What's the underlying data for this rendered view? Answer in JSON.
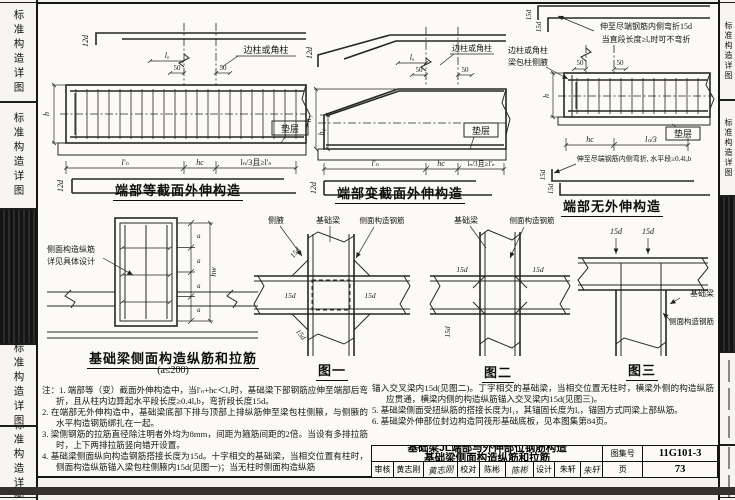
{
  "sidebar": {
    "cell_text": "标准构造详图"
  },
  "d1": {
    "title": "端部等截面外伸构造",
    "hook_top": "12d",
    "hook_bottom": "12d",
    "la": "lₐ",
    "col_label": "边柱或角柱",
    "fifty_left": "50",
    "fifty_right": "50",
    "dim_h": "h",
    "dim_ln_ext": "l'ₙ",
    "dim_hc": "hc",
    "dim_ln3": "lₙ/3且≥l'ₙ",
    "cushion": "垫层"
  },
  "d2": {
    "title": "端部变截面外伸构造",
    "hook_top": "12d",
    "hook_bottom": "12d",
    "la": "lₐ",
    "col_label": "边柱或角柱",
    "fifty_left": "50",
    "fifty_right": "50",
    "dim_h1": "h₁",
    "dim_h2": "h₂",
    "dim_ln_ext": "l'ₙ",
    "dim_hc": "hc",
    "dim_ln3": "lₙ/3且≥l'ₙ",
    "cushion": "垫层"
  },
  "d3": {
    "title": "端部无外伸构造",
    "top_note1": "伸至尽端钢筋内侧弯折15d",
    "top_note2": "当直段长度≥lₐ时可不弯折",
    "bottom_note": "伸至尽端钢筋内侧弯折, 水平段≥0.4lₐb",
    "col_label": "边柱或角柱",
    "haunch_label": "梁包柱侧腋",
    "fifty_left": "50",
    "fifty_right": "50",
    "dim_h": "h",
    "dim_hc": "hc",
    "dim_ln3": "lₙ/3",
    "cushion": "垫层",
    "d15": "15d"
  },
  "side_detail": {
    "title": "基础梁侧面构造纵筋和拉筋",
    "subtitle": "(a≤200)",
    "callout1": "侧面构造纵筋",
    "callout2": "详见具体设计",
    "dim_a": "a",
    "dim_hw": "hw"
  },
  "fig1": {
    "title": "图一",
    "label_haunch": "侧腋",
    "label_beam": "基础梁",
    "label_bar": "侧面构造钢筋",
    "d15": "15d"
  },
  "fig2": {
    "title": "图二",
    "label_beam": "基础梁",
    "label_bar": "侧面构造钢筋",
    "d15": "15d"
  },
  "fig3": {
    "title": "图三",
    "label_beam": "基础梁",
    "label_bar": "侧面构造钢筋",
    "d15": "15d"
  },
  "notes": {
    "items_left": [
      "注：1. 端部等（变）截面外伸构造中，当l'ₙ+hc＜lₐ时，基础梁下部钢筋应伸至端部后弯折，且从柱内边算起水平段长度≥0.4lₐb，弯折段长度15d。",
      "2. 在端部无外伸构造中，基础梁底部下排与顶部上排纵筋伸至梁包柱侧腋，与侧腋的水平构造钢筋绑扎在一起。",
      "3. 梁侧钢筋的拉筋直径除注明者外均为8mm，间距为箍筋间距的2倍。当设有多排拉筋时，上下两排拉筋竖向错开设置。",
      "4. 基础梁侧面纵向构造钢筋搭接长度为15d。十字相交的基础梁，当相交位置有柱时，侧面构造纵筋锚入梁包柱侧腋内15d(见图一)；当无柱时侧面构造纵筋"
    ],
    "items_right": [
      "锚入交叉梁内15d(见图二)。丁字相交的基础梁，当相交位置无柱时，横梁外侧的构造纵筋应贯通，横梁内侧的构造纵筋锚入交叉梁内15d(见图三)。",
      "5. 基础梁侧面受扭纵筋的搭接长度为l₁，其锚固长度为lₐ，锚固方式同梁上部纵筋。",
      "6. 基础梁外伸部位封边构造同筏形基础底板，见本图集第84页。"
    ]
  },
  "titleblock": {
    "title_line1": "基础梁JL端部与外伸部位钢筋构造",
    "title_line2": "基础梁侧面构造纵筋和拉筋",
    "atlas_label": "图集号",
    "atlas_no": "11G101-3",
    "page_label": "页",
    "page_no": "73",
    "shenhe": "审核",
    "shenhe_name": "黄志刚",
    "shenhe_sign": "黄志刚",
    "jiaodui": "校对",
    "jiaodui_name": "陈彬",
    "jiaodui_sign": "陈彬",
    "sheji": "设计",
    "sheji_name": "朱轩",
    "sheji_sign": "朱轩"
  }
}
